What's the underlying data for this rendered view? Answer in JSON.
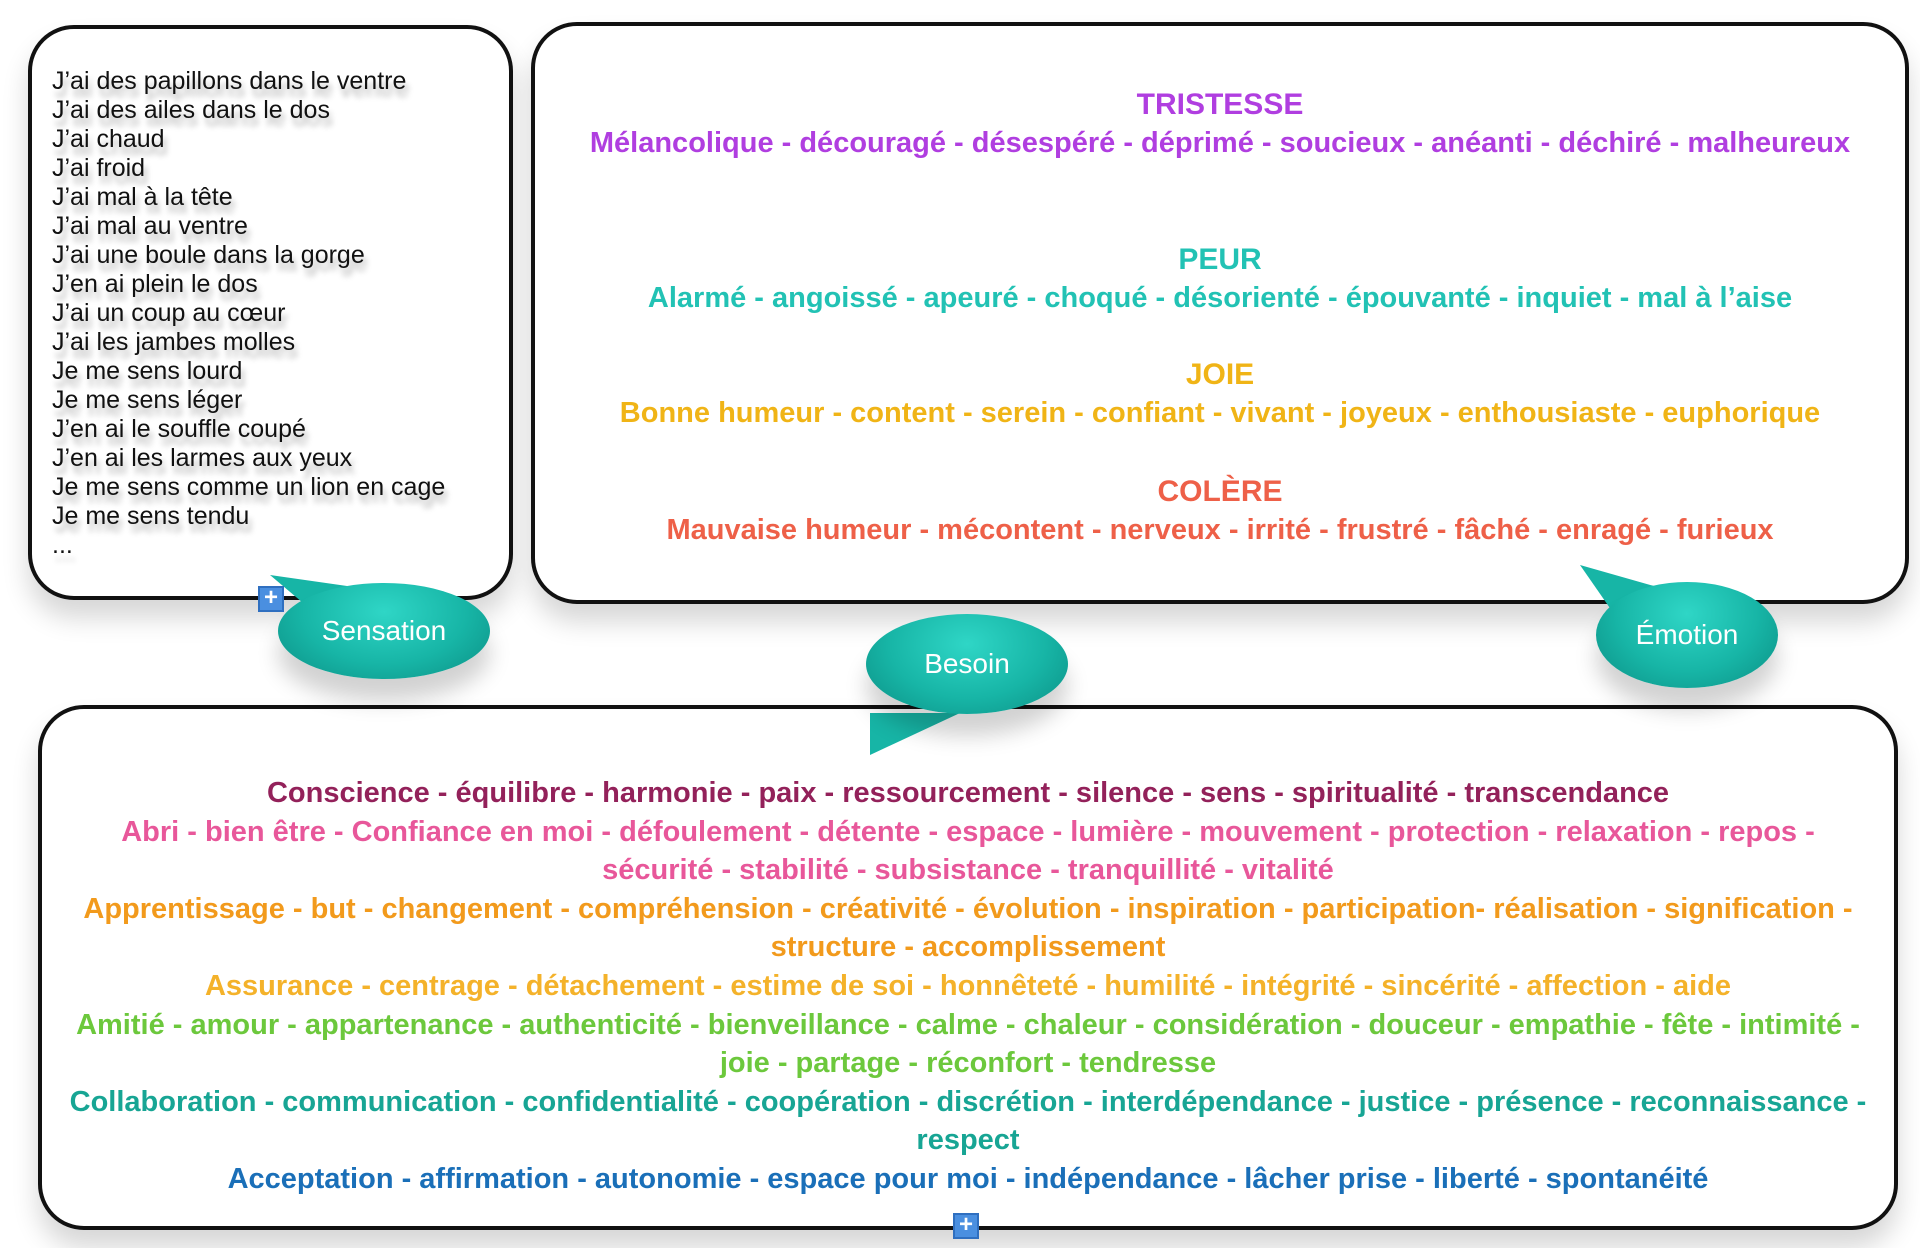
{
  "sensation": {
    "label": "Sensation",
    "items": [
      "J’ai des papillons dans le ventre",
      "J’ai des ailes dans le dos",
      "J’ai chaud",
      "J’ai froid",
      "J’ai mal à la tête",
      "J’ai mal au ventre",
      "J’ai une boule dans la gorge",
      "J’en ai plein le dos",
      "J’ai un coup au cœur",
      "J’ai les jambes molles",
      "Je me sens lourd",
      "Je me sens léger",
      "J’en ai le souffle coupé",
      "J’en ai les larmes aux yeux",
      "Je me sens comme un lion en cage",
      "Je me sens tendu",
      "..."
    ]
  },
  "emotion": {
    "label": "Émotion",
    "groups": [
      {
        "title": "TRISTESSE",
        "words": "Mélancolique - découragé - désespéré - déprimé - soucieux - anéanti - déchiré - malheureux",
        "color": "#b03ee0"
      },
      {
        "title": "PEUR",
        "words": "Alarmé - angoissé - apeuré - choqué - désorienté - épouvanté - inquiet - mal à l’aise",
        "color": "#22c2b4"
      },
      {
        "title": "JOIE",
        "words": "Bonne humeur - content - serein - confiant - vivant - joyeux - enthousiaste - euphorique",
        "color": "#f0b416"
      },
      {
        "title": "COLÈRE",
        "words": "Mauvaise humeur - mécontent - nerveux - irrité - frustré - fâché - enragé - furieux",
        "color": "#ee6048"
      }
    ]
  },
  "besoin": {
    "label": "Besoin",
    "lines": [
      {
        "text": "Conscience - équilibre - harmonie - paix - ressourcement - silence - sens - spiritualité - transcendance",
        "color": "#93215a"
      },
      {
        "text": "Abri - bien être - Confiance en moi - défoulement - détente - espace - lumière - mouvement - protection - relaxation - repos - sécurité - stabilité - subsistance - tranquillité - vitalité",
        "color": "#e8579a"
      },
      {
        "text": "Apprentissage - but - changement - compréhension - créativité - évolution - inspiration - participation- réalisation - signification - structure - accomplissement",
        "color": "#f29a1c"
      },
      {
        "text": "Assurance - centrage - détachement - estime de soi - honnêteté - humilité - intégrité - sincérité - affection - aide",
        "color": "#f4b22a"
      },
      {
        "text": "Amitié - amour - appartenance - authenticité - bienveillance - calme - chaleur - considération - douceur - empathie - fête - intimité - joie - partage - réconfort - tendresse",
        "color": "#6cc83c"
      },
      {
        "text": "Collaboration - communication - confidentialité - coopération - discrétion - interdépendance - justice - présence - reconnaissance - respect",
        "color": "#17a594"
      },
      {
        "text": "Acceptation - affirmation - autonomie - espace pour moi - indépendance - lâcher prise - liberté - spontanéité",
        "color": "#1a6fb8"
      }
    ]
  }
}
